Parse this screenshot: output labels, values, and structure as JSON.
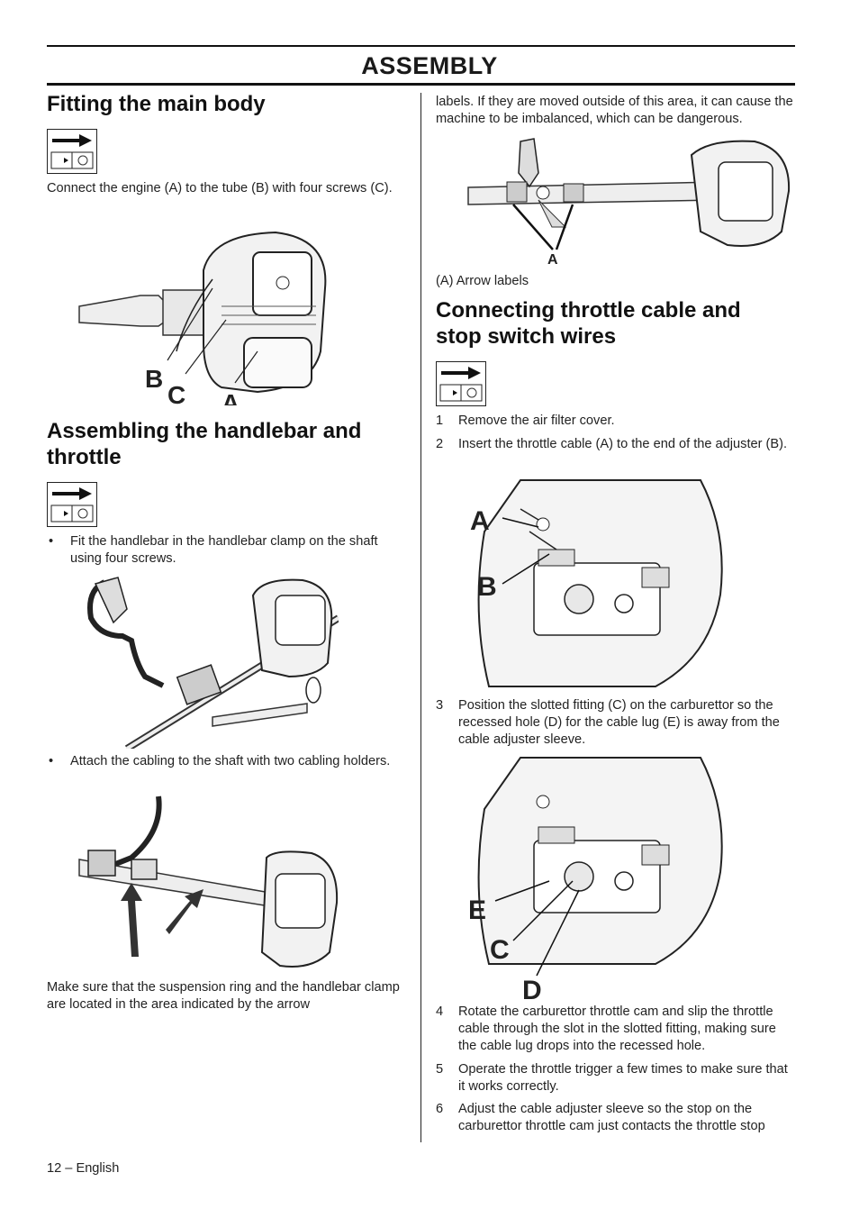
{
  "header": {
    "title": "ASSEMBLY"
  },
  "left": {
    "section1": {
      "heading": "Fitting the main body",
      "text": "Connect the engine (A) to the tube (B) with four screws (C).",
      "figure_labels": [
        "B",
        "C",
        "A"
      ]
    },
    "section2": {
      "heading_line1": "Assembling the handlebar and",
      "heading_line2": "throttle",
      "bullet_marker": "•",
      "bullet1": "Fit the handlebar in the handlebar clamp on the shaft using four screws.",
      "bullet2": "Attach the cabling to the shaft with two cabling holders.",
      "closing_text": "Make sure that the suspension ring and the handlebar clamp are located in the area indicated by the arrow"
    }
  },
  "right": {
    "continuation_text": "labels. If they are moved outside of this area, it can cause the machine to be imbalanced, which can be dangerous.",
    "figure1_label": "A",
    "figure1_caption": "(A) Arrow labels",
    "section3": {
      "heading_line1": "Connecting throttle cable and",
      "heading_line2": "stop switch wires",
      "steps": [
        {
          "num": "1",
          "text": "Remove the air filter cover."
        },
        {
          "num": "2",
          "text": "Insert the throttle cable (A) to the end of the adjuster (B)."
        },
        {
          "num": "3",
          "text": "Position the slotted fitting (C) on the carburettor so the recessed hole (D) for the cable lug (E) is away from the cable adjuster sleeve."
        },
        {
          "num": "4",
          "text": "Rotate the carburettor throttle cam and slip the throttle cable through the slot in the slotted fitting, making sure the cable lug drops into the recessed hole."
        },
        {
          "num": "5",
          "text": "Operate the throttle trigger a few times to make sure that it works correctly."
        },
        {
          "num": "6",
          "text": "Adjust the cable adjuster sleeve so the stop on the carburettor throttle cam just contacts the throttle stop"
        }
      ],
      "figure2_labels": [
        "A",
        "B"
      ],
      "figure3_labels": [
        "E",
        "C",
        "D"
      ]
    }
  },
  "footer": {
    "page": "12 – English"
  }
}
